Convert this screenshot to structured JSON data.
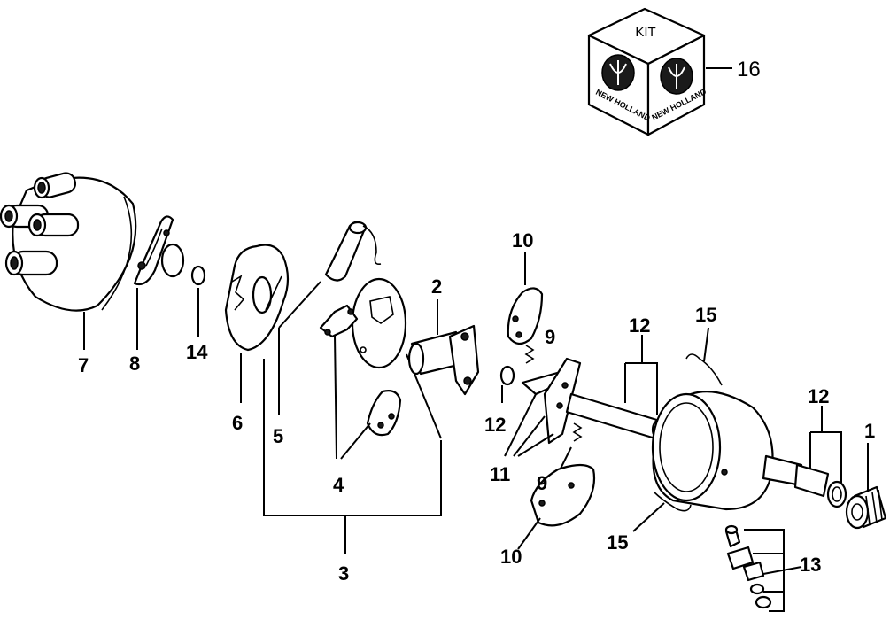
{
  "kit": {
    "label": "KIT",
    "brand_left": "NEW HOLLAND",
    "brand_right": "NEW HOLLAND"
  },
  "callouts": {
    "c1": "1",
    "c2": "2",
    "c3": "3",
    "c4": "4",
    "c5": "5",
    "c6": "6",
    "c7": "7",
    "c8": "8",
    "c9a": "9",
    "c9b": "9",
    "c10a": "10",
    "c10b": "10",
    "c11": "11",
    "c12a": "12",
    "c12b": "12",
    "c12c": "12",
    "c13": "13",
    "c14": "14",
    "c15a": "15",
    "c15b": "15",
    "c16": "16"
  }
}
